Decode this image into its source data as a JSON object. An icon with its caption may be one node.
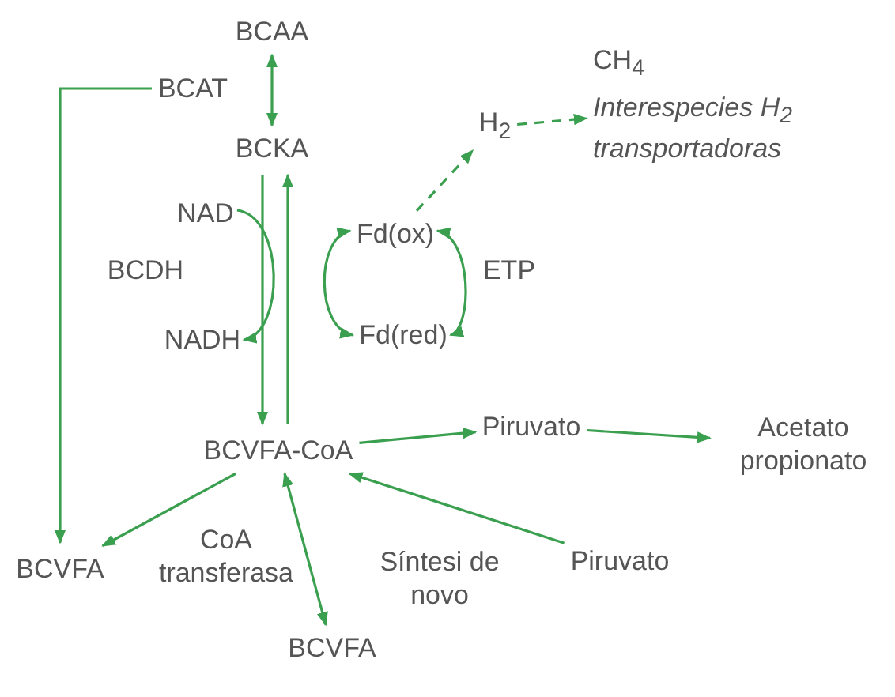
{
  "diagram": {
    "nodes": [
      {
        "text": [
          "BCAA"
        ]
      },
      {
        "text": [
          "BCAT"
        ]
      },
      {
        "text": [
          "BCKA"
        ]
      },
      {
        "text": [
          "NAD"
        ]
      },
      {
        "text": [
          "NADH"
        ]
      },
      {
        "text": [
          "Fd(ox)"
        ]
      },
      {
        "text": [
          "Fd(red)"
        ]
      },
      {
        "text": [
          "H$_{2}$"
        ]
      },
      {
        "text": [
          "CH$_{4}$",
          "Interespecies H$_{2}$ transportadoras"
        ]
      },
      {
        "text": [
          "BCVFA-CoA"
        ]
      },
      {
        "text": [
          "Piruvato"
        ]
      },
      {
        "text": [
          "Acetato propionato"
        ]
      },
      {
        "text": [
          "BCVFA"
        ]
      },
      {
        "text": [
          "Piruvato"
        ]
      },
      {
        "text": [
          "BCVFA"
        ]
      }
    ],
    "edges": [
      {
        "from": 0,
        "to": 2,
        "arrow": "both"
      },
      {
        "from": 1,
        "to": 12,
        "arrow": "to"
      },
      {
        "from": 2,
        "to": 9,
        "arrow": "to"
      },
      {
        "from": 9,
        "to": 2,
        "arrow": "to"
      },
      {
        "from": 3,
        "to": 4,
        "arrow": "to"
      },
      {
        "from": 5,
        "to": 6,
        "arrow": "both"
      },
      {
        "from": 5,
        "to": 6,
        "arrow": "both"
      },
      {
        "from": 5,
        "to": 7,
        "arrow": "to",
        "style": "dashed"
      },
      {
        "from": 7,
        "to": 8,
        "arrow": "to",
        "style": "dashed"
      },
      {
        "from": 9,
        "to": 10,
        "arrow": "to"
      },
      {
        "from": 10,
        "to": 11,
        "arrow": "to"
      },
      {
        "from": 13,
        "to": 9,
        "arrow": "to"
      },
      {
        "from": 9,
        "to": 12,
        "arrow": "to"
      },
      {
        "from": 9,
        "to": 14,
        "arrow": "both"
      }
    ],
    "labels": [
      "BCDH",
      "ETP",
      "CoA transferasa",
      "Síntesi de novo"
    ]
  }
}
